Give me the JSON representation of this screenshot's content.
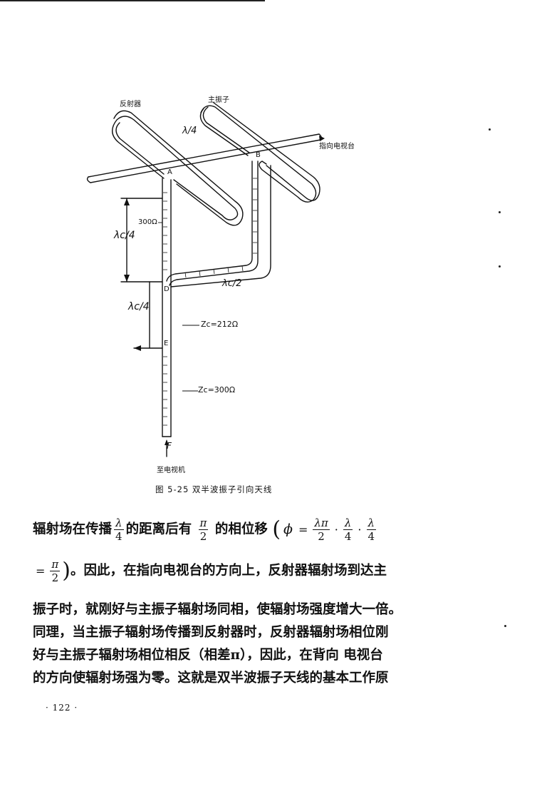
{
  "figure": {
    "labels": {
      "reflector": "反射器",
      "main_dipole": "主振子",
      "toward_tv": "指向电视台",
      "lambda_quarter": "λ/4",
      "point_a": "A",
      "point_b": "B",
      "point_d": "D",
      "point_e": "E",
      "point_f": "F",
      "impedance_300": "300Ω",
      "lambda_c_quarter_1": "λc/4",
      "lambda_c_quarter_2": "λc/4",
      "lambda_c_half": "λc/2",
      "zc_212": "Zc=212Ω",
      "zc_300": "Zc=300Ω",
      "to_tv_set": "至电视机"
    },
    "caption": "图 5-25  双半波振子引向天线"
  },
  "text": {
    "line1_a": "辐射场在传播",
    "line1_frac_num": "λ",
    "line1_frac_den": "4",
    "line1_b": "的距离后有",
    "line1_pi_num": "π",
    "line1_pi_den": "2",
    "line1_c": "的相位移",
    "eq_phi": "ϕ",
    "eq_f1_num": "λπ",
    "eq_f1_den": "2",
    "eq_f2_num": "λ",
    "eq_f2_den": "4",
    "eq_f3_num": "λ",
    "eq_f3_den": "4",
    "line2_eq_num": "π",
    "line2_eq_den": "2",
    "line2_text": "。因此，在指向电视台的方向上，反射器辐射场到达主",
    "line3": "振子时，就刚好与主振子辐射场同相，使辐射场强度增大一倍。",
    "line4": "同理，当主振子辐射场传播到反射器时，反射器辐射场相位刚",
    "line5": "好与主振子辐射场相位相反（相差π），因此，在背向 电视台",
    "line6": "的方向使辐射场强为零。这就是双半波振子天线的基本工作原"
  },
  "page_number": "· 122 ·"
}
